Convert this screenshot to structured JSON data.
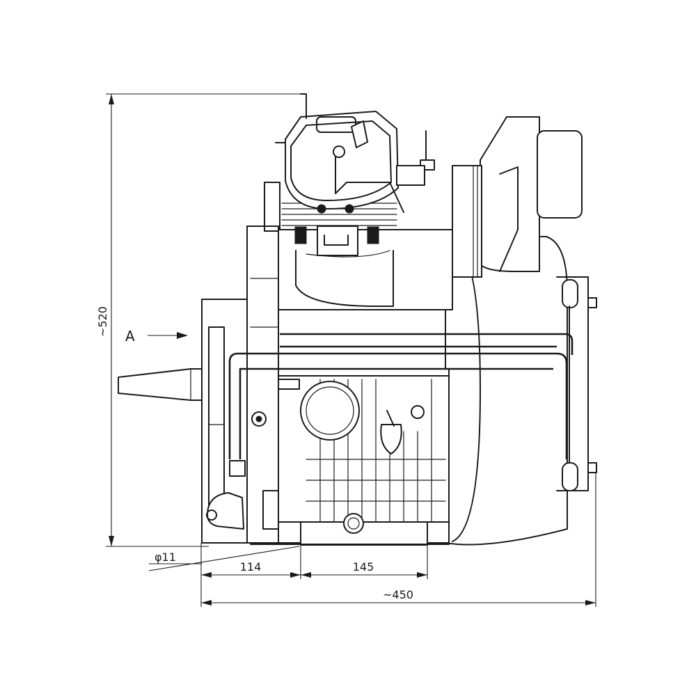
{
  "dimensions": {
    "height": "~520",
    "width_total": "~450",
    "width_left": "114",
    "width_mid": "145",
    "hole": "φ11"
  },
  "view_marker": "A"
}
